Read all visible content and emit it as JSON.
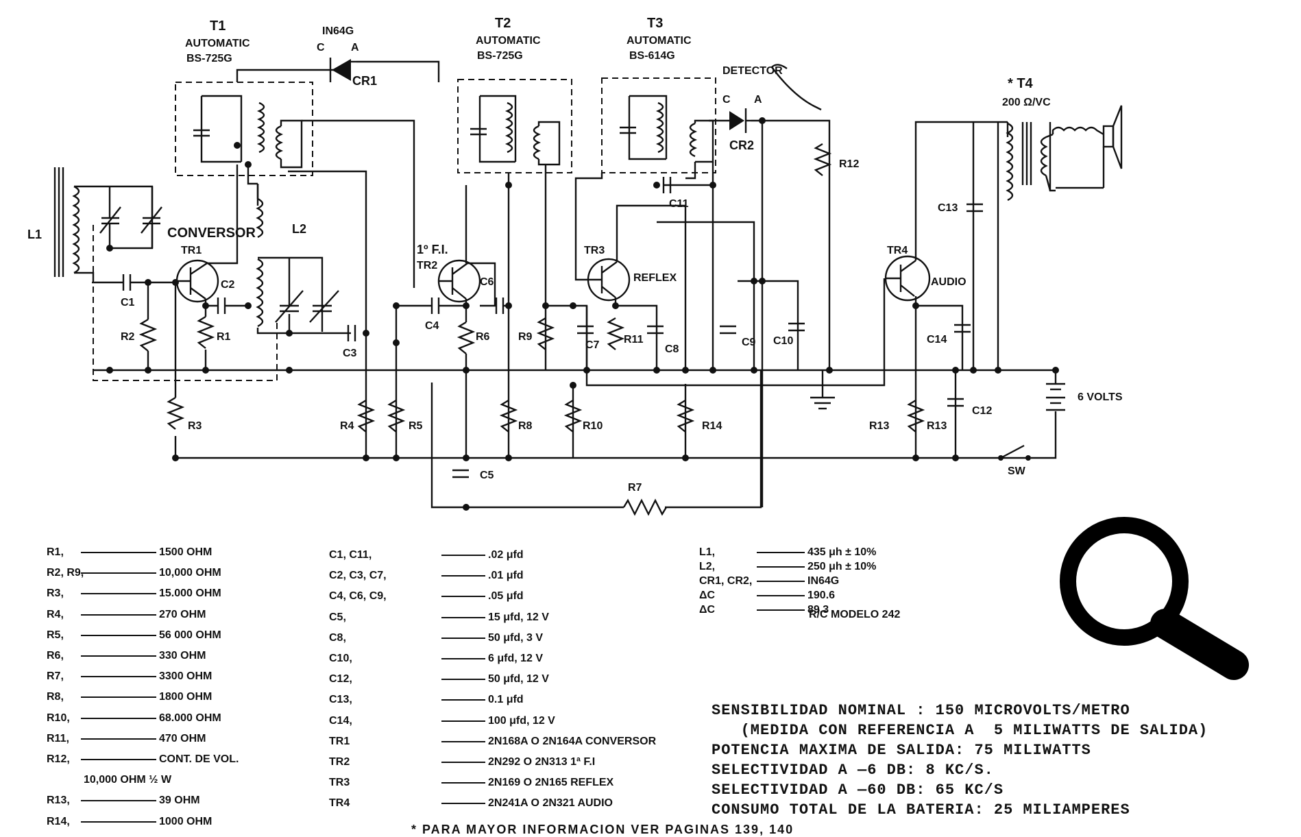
{
  "schematic": {
    "transformers": [
      {
        "id": "T1",
        "type": "AUTOMATIC",
        "model": "BS-725G"
      },
      {
        "id": "T2",
        "type": "AUTOMATIC",
        "model": "BS-725G"
      },
      {
        "id": "T3",
        "type": "AUTOMATIC",
        "model": "BS-614G"
      }
    ],
    "t4": "* T4",
    "t4_imp": "200 Ω/VC",
    "diode_top": {
      "part": "IN64G",
      "c": "C",
      "a": "A",
      "ref": "CR1"
    },
    "diode_det": {
      "label": "DETECTOR",
      "c": "C",
      "a": "A",
      "ref": "CR2"
    },
    "labels": {
      "L1": "L1",
      "L2": "L2",
      "conversor": "CONVERSOR",
      "TR1": "TR1",
      "TR2": "TR2",
      "TR3": "TR3",
      "TR4": "TR4",
      "fi1": "1º F.I.",
      "reflex": "REFLEX",
      "audio": "AUDIO",
      "C1": "C1",
      "C2": "C2",
      "C3": "C3",
      "C4": "C4",
      "C5": "C5",
      "C6": "C6",
      "C7": "C7",
      "C8": "C8",
      "C9": "C9",
      "C10": "C10",
      "C11": "C11",
      "C12": "C12",
      "C13": "C13",
      "C14": "C14",
      "R1": "R1",
      "R2": "R2",
      "R3": "R3",
      "R4": "R4",
      "R5": "R5",
      "R6": "R6",
      "R7": "R7",
      "R8": "R8",
      "R9": "R9",
      "R10": "R10",
      "R11": "R11",
      "R12": "R12",
      "R13a": "R13",
      "R13b": "R13",
      "R14": "R14",
      "volts": "6 VOLTS",
      "sw": "SW"
    }
  },
  "parts_list": {
    "col1": [
      {
        "ref": "R1,",
        "value": "1500 OHM"
      },
      {
        "ref": "R2, R9,",
        "value": "10,000 OHM"
      },
      {
        "ref": "R3,",
        "value": "15.000 OHM"
      },
      {
        "ref": "R4,",
        "value": "270 OHM"
      },
      {
        "ref": "R5,",
        "value": "56 000 OHM"
      },
      {
        "ref": "R6,",
        "value": "330 OHM"
      },
      {
        "ref": "R7,",
        "value": "3300 OHM"
      },
      {
        "ref": "R8,",
        "value": "1800 OHM"
      },
      {
        "ref": "R10,",
        "value": "68.000 OHM"
      },
      {
        "ref": "R11,",
        "value": "470 OHM"
      },
      {
        "ref": "R12,",
        "value": "CONT. DE VOL."
      },
      {
        "ref": "",
        "value": "10,000 OHM ½ W"
      },
      {
        "ref": "R13,",
        "value": "39 OHM"
      },
      {
        "ref": "R14,",
        "value": "1000 OHM"
      }
    ],
    "col2": [
      {
        "ref": "C1, C11,",
        "value": ".02 μfd"
      },
      {
        "ref": "C2, C3, C7,",
        "value": ".01 μfd"
      },
      {
        "ref": "C4, C6, C9,",
        "value": ".05 μfd"
      },
      {
        "ref": "C5,",
        "value": "15 μfd, 12 V"
      },
      {
        "ref": "C8,",
        "value": "50 μfd, 3 V"
      },
      {
        "ref": "C10,",
        "value": "6 μfd, 12 V"
      },
      {
        "ref": "C12,",
        "value": "50 μfd, 12 V"
      },
      {
        "ref": "C13,",
        "value": "0.1 μfd"
      },
      {
        "ref": "C14,",
        "value": "100 μfd, 12 V"
      },
      {
        "ref": "TR1",
        "value": "2N168A O  2N164A CONVERSOR"
      },
      {
        "ref": "TR2",
        "value": "2N292 O  2N313 1ª F.I"
      },
      {
        "ref": "TR3",
        "value": "2N169 O  2N165 REFLEX"
      },
      {
        "ref": "TR4",
        "value": "2N241A O  2N321 AUDIO"
      }
    ],
    "col3": [
      {
        "ref": "L1,",
        "value": "435 μh ± 10%"
      },
      {
        "ref": "L2,",
        "value": "250 μh ± 10%"
      },
      {
        "ref": "CR1, CR2,",
        "value": "IN64G"
      },
      {
        "ref": "ΔC",
        "value": "190.6"
      },
      {
        "ref": "ΔC",
        "value": "89.3"
      }
    ],
    "rc_model": "R/C MODELO 242"
  },
  "specs": [
    "SENSIBILIDAD NOMINAL : 150 MICROVOLTS/METRO",
    "   (MEDIDA CON REFERENCIA A  5 MILIWATTS DE SALIDA)",
    "POTENCIA MAXIMA DE SALIDA: 75 MILIWATTS",
    "SELECTIVIDAD A —6 DB: 8  KC/S.",
    "SELECTIVIDAD A —60 DB: 65 KC/S",
    "CONSUMO TOTAL DE LA BATERIA: 25 MILIAMPERES"
  ],
  "footnote": "* PARA MAYOR INFORMACION VER PAGINAS 139, 140",
  "search_icon": "magnifying-glass-icon"
}
